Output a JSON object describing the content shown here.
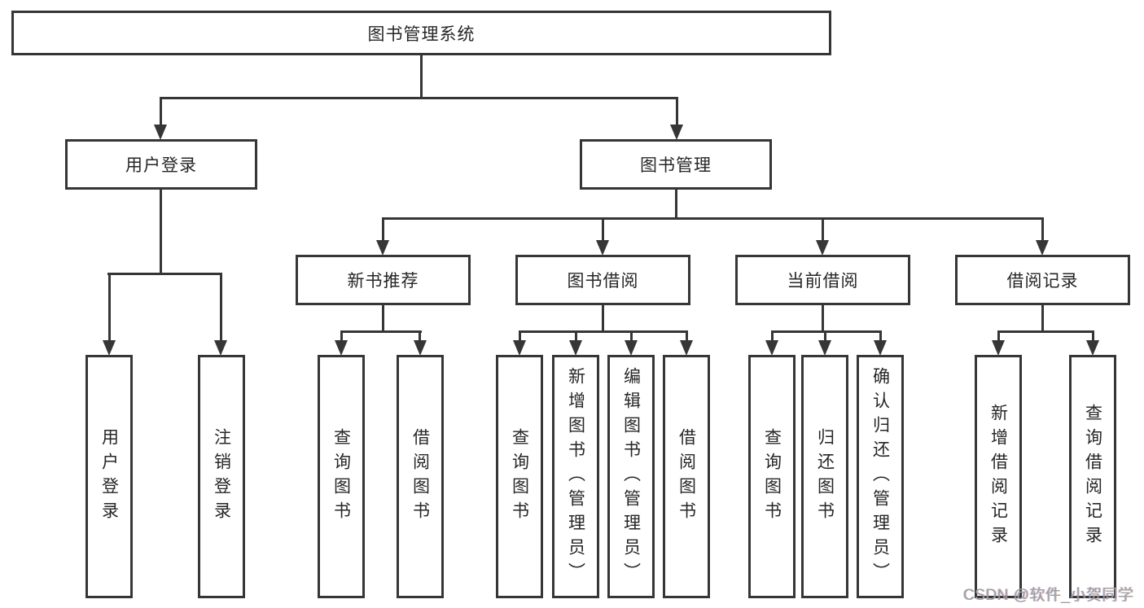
{
  "diagram_title": "图书管理系统",
  "tree": {
    "root": {
      "label": "图书管理系统"
    },
    "branches": [
      {
        "label": "用户登录",
        "children": [
          {
            "label": "用户登录"
          },
          {
            "label": "注销登录"
          }
        ]
      },
      {
        "label": "图书管理",
        "children": [
          {
            "label": "新书推荐",
            "children": [
              {
                "label": "查询图书"
              },
              {
                "label": "借阅图书"
              }
            ]
          },
          {
            "label": "图书借阅",
            "children": [
              {
                "label": "查询图书"
              },
              {
                "label": "新增图书（管理员）"
              },
              {
                "label": "编辑图书（管理员）"
              },
              {
                "label": "借阅图书"
              }
            ]
          },
          {
            "label": "当前借阅",
            "children": [
              {
                "label": "查询图书"
              },
              {
                "label": "归还图书"
              },
              {
                "label": "确认归还（管理员）"
              }
            ]
          },
          {
            "label": "借阅记录",
            "children": [
              {
                "label": "新增借阅记录"
              },
              {
                "label": "查询借阅记录"
              }
            ]
          }
        ]
      }
    ]
  },
  "watermark": {
    "text": "CSDN @软件_小贺同学",
    "color": "#9e9e9e"
  },
  "colors": {
    "line": "#363636",
    "box_background": "#ffffff",
    "text": "#262626"
  }
}
